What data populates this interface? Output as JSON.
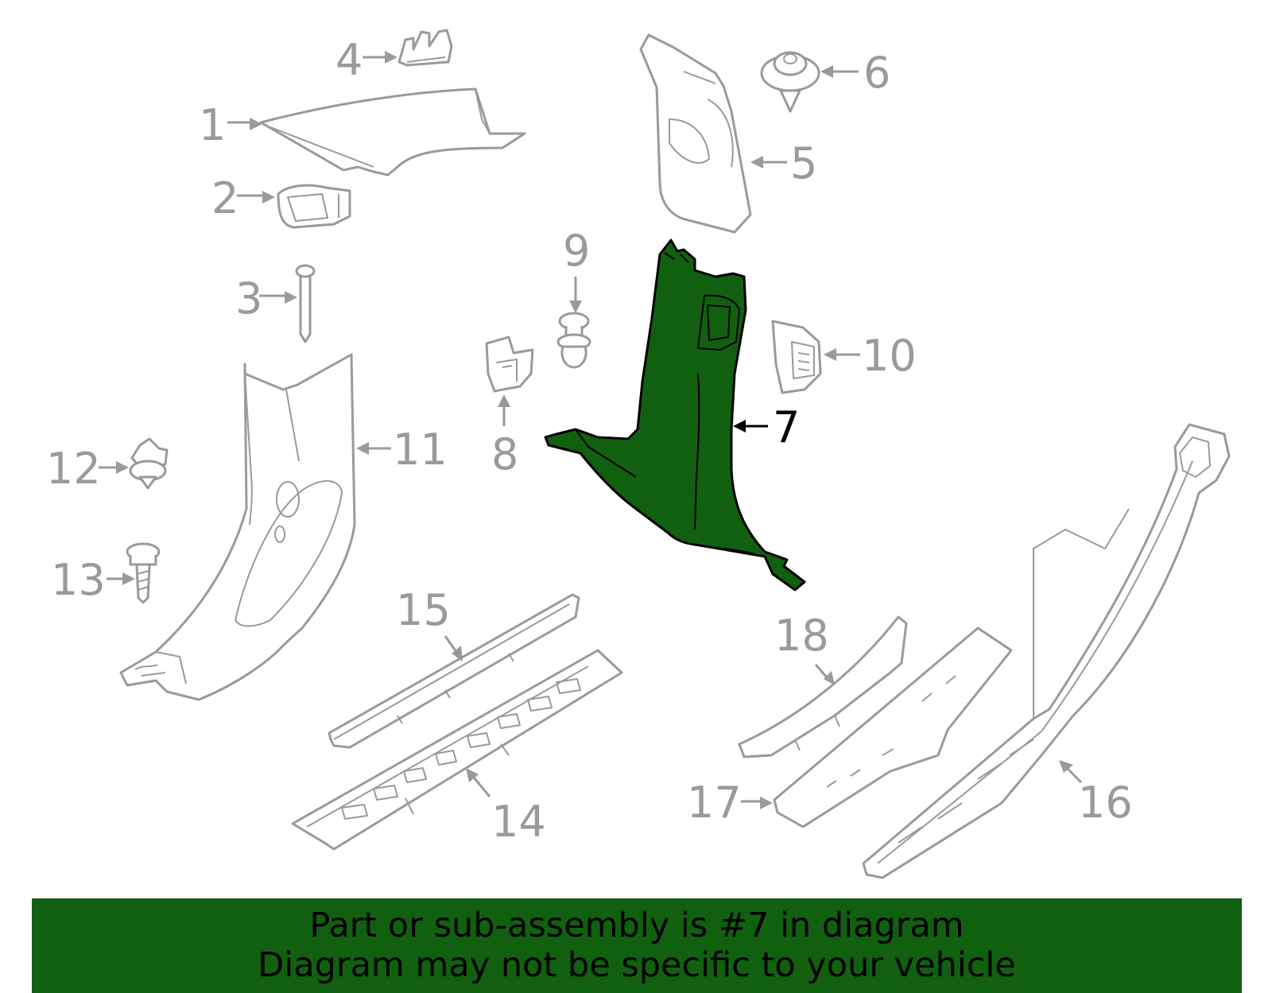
{
  "diagram": {
    "highlighted_part": "7",
    "highlight_color": "#116010",
    "part_color": "#9a9a9a",
    "callouts": [
      "1",
      "2",
      "3",
      "4",
      "5",
      "6",
      "7",
      "8",
      "9",
      "10",
      "11",
      "12",
      "13",
      "14",
      "15",
      "16",
      "17",
      "18"
    ]
  },
  "banner": {
    "line1": "Part or sub-assembly is #7 in diagram",
    "line2": "Diagram may not be specific to your vehicle"
  }
}
